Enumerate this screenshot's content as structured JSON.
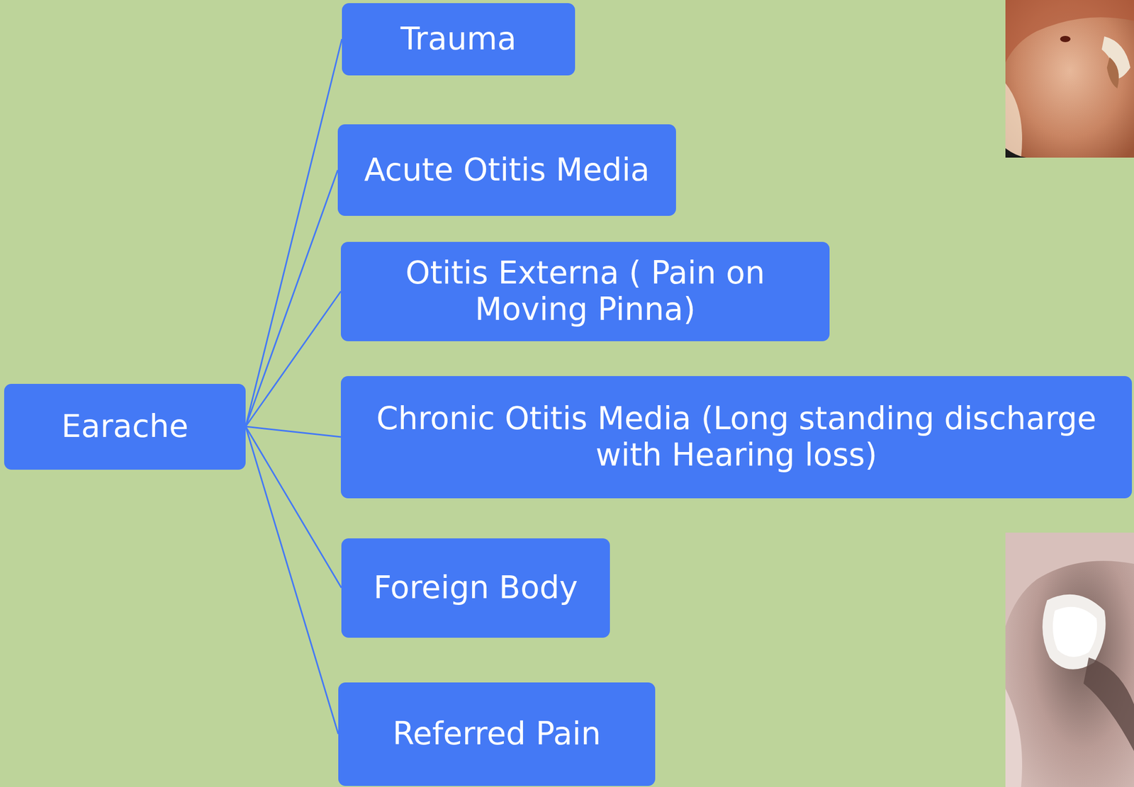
{
  "diagram": {
    "nodes": [
      {
        "text": [
          "Earache"
        ]
      },
      {
        "text": [
          "Trauma"
        ]
      },
      {
        "text": [
          "Acute Otitis Media"
        ]
      },
      {
        "text": [
          "Otitis Externa ( Pain on Moving Pinna)"
        ]
      },
      {
        "text": [
          "Chronic Otitis Media (Long standing discharge with Hearing loss)"
        ]
      },
      {
        "text": [
          "Foreign Body"
        ]
      },
      {
        "text": [
          "Referred Pain"
        ]
      }
    ],
    "edges": [
      {
        "from": 0,
        "to": 1,
        "arrow": "none"
      },
      {
        "from": 0,
        "to": 2,
        "arrow": "none"
      },
      {
        "from": 0,
        "to": 3,
        "arrow": "none"
      },
      {
        "from": 0,
        "to": 4,
        "arrow": "none"
      },
      {
        "from": 0,
        "to": 5,
        "arrow": "none"
      },
      {
        "from": 0,
        "to": 6,
        "arrow": "none"
      }
    ]
  }
}
